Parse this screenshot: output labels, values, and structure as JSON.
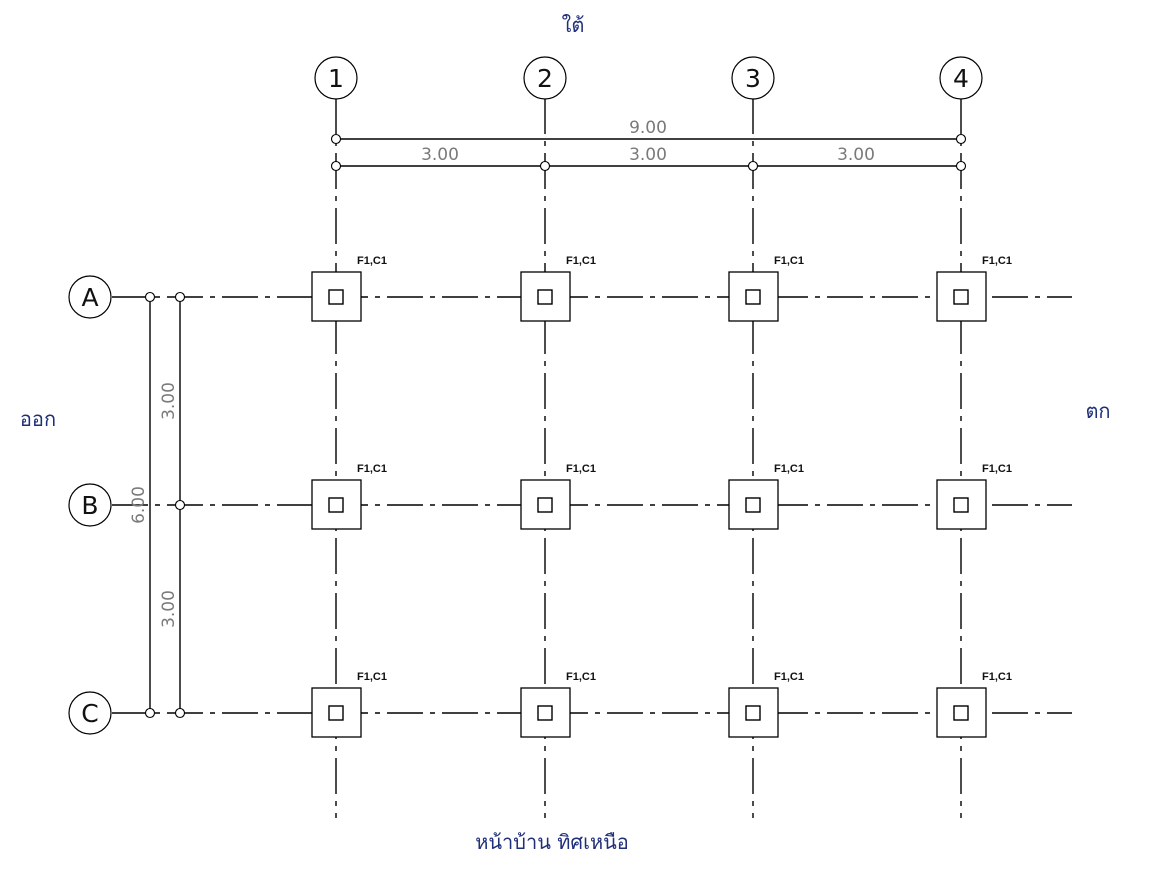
{
  "compass": {
    "top": "ใต้",
    "left": "ออก",
    "right": "ตก",
    "bottom": "หน้าบ้าน ทิศเหนือ"
  },
  "grid": {
    "columns": [
      "1",
      "2",
      "3",
      "4"
    ],
    "rows": [
      "A",
      "B",
      "C"
    ]
  },
  "dimensions": {
    "overall_horizontal": "9.00",
    "horizontal_spans": [
      "3.00",
      "3.00",
      "3.00"
    ],
    "overall_vertical": "6.00",
    "vertical_spans": [
      "3.00",
      "3.00"
    ]
  },
  "footing_tag": "F1,C1"
}
